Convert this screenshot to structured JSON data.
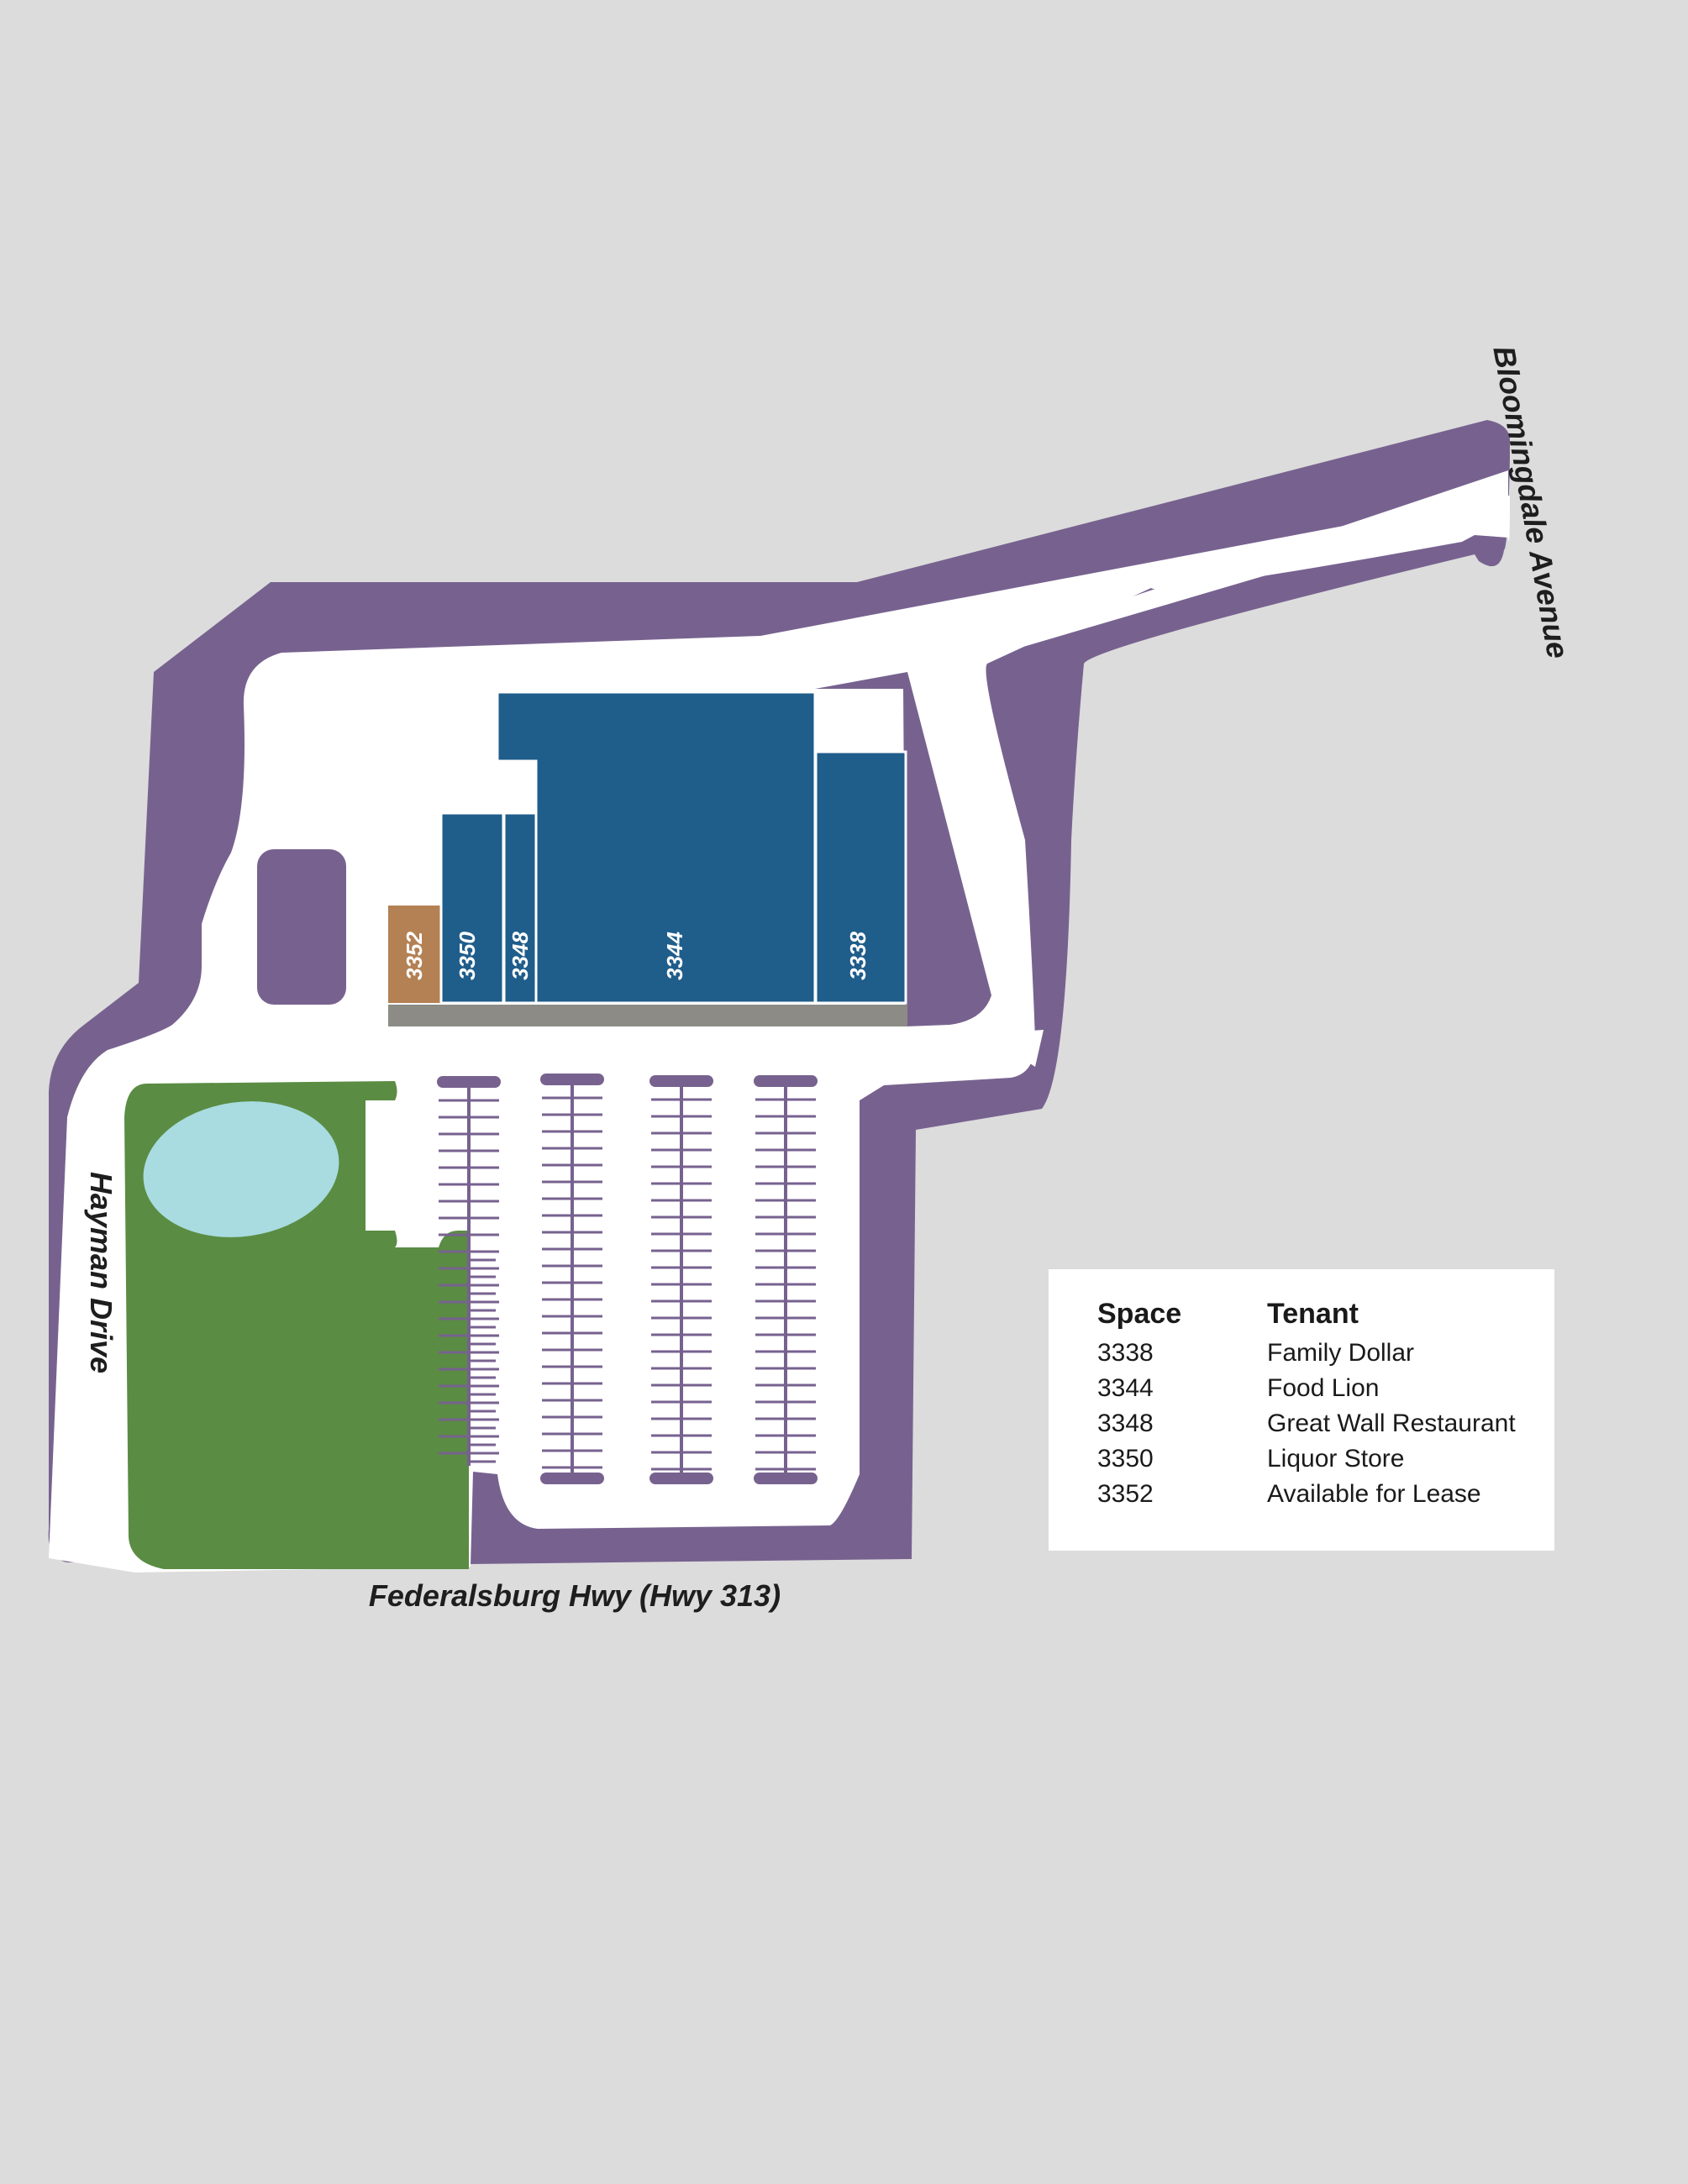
{
  "roads": {
    "bloomingdale": "Bloomingdale Avenue",
    "hayman": "Hayman Drive",
    "federalsburg": "Federalsburg Hwy (Hwy 313)"
  },
  "units": [
    {
      "id": "3352",
      "status": "available"
    },
    {
      "id": "3350",
      "status": "leased"
    },
    {
      "id": "3348",
      "status": "leased"
    },
    {
      "id": "3344",
      "status": "leased"
    },
    {
      "id": "3338",
      "status": "leased"
    }
  ],
  "legend": {
    "space_header": "Space",
    "tenant_header": "Tenant",
    "rows": [
      {
        "space": "3338",
        "tenant": "Family Dollar"
      },
      {
        "space": "3344",
        "tenant": "Food Lion"
      },
      {
        "space": "3348",
        "tenant": "Great Wall Restaurant"
      },
      {
        "space": "3350",
        "tenant": "Liquor Store"
      },
      {
        "space": "3352",
        "tenant": "Available for Lease"
      }
    ]
  },
  "colors": {
    "background": "#dcdcdc",
    "landscape": "#77628f",
    "pavement": "#ffffff",
    "building_leased": "#1f5d8b",
    "building_available": "#b48154",
    "walkway": "#8c8b86",
    "green_space": "#5a8c43",
    "pond": "#a8dce0"
  },
  "icons": {
    "pond": "water-pond-icon",
    "parking": "parking-stall-lines"
  }
}
